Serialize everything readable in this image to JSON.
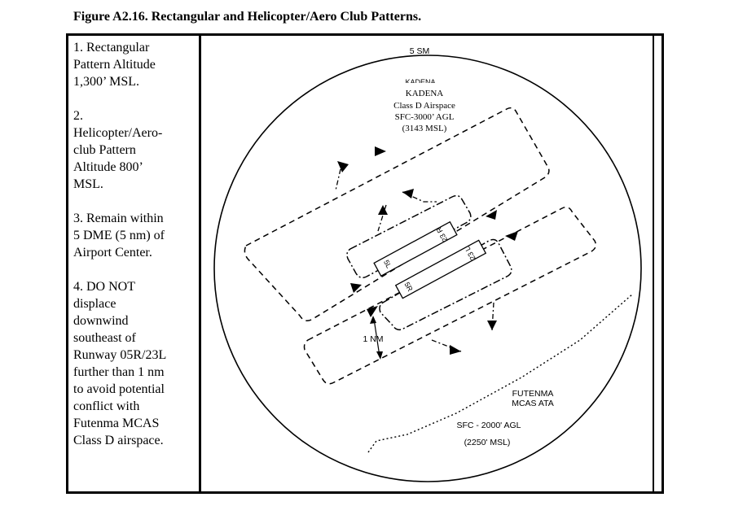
{
  "figure_title": "Figure A2.16.  Rectangular and Helicopter/Aero Club Patterns.",
  "notes": [
    "1.  Rectangular\nPattern Altitude\n1,300’ MSL.",
    "2.\nHelicopter/Aero-\nclub Pattern\nAltitude 800’\nMSL.",
    "3.  Remain within\n5 DME (5 nm) of\nAirport Center.",
    "4.  DO NOT\ndisplace\ndownwind\nsoutheast of\nRunway 05R/23L\nfurther than 1 nm\nto avoid potential\nconflict with\nFutenma MCAS\nClass D airspace."
  ],
  "diagram": {
    "radius_label": "5 SM",
    "kadena_label_partial": "KADENA",
    "kadena": {
      "name": "KADENA",
      "airspace": "Class D Airspace",
      "altitude": "SFC-3000’ AGL",
      "msl": "(3143 MSL)"
    },
    "runways": {
      "north_left": "5L",
      "north_right": "23 R",
      "south_left": "5R",
      "south_right": "23 L"
    },
    "distance_label": "1 NM",
    "futenma": {
      "name": "FUTENMA",
      "ata": "MCAS  ATA",
      "altitude": "SFC - 2000' AGL",
      "msl": "(2250' MSL)"
    }
  }
}
